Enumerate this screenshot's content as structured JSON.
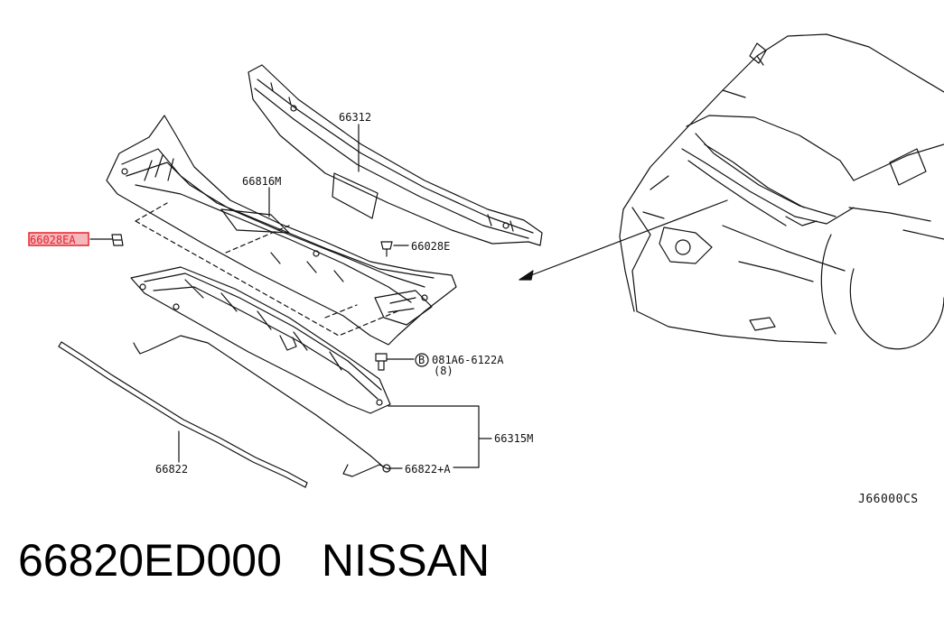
{
  "colors": {
    "line": "#111111",
    "highlight": "#e8202a",
    "highlight_fill": "#f4b8bc",
    "background": "#ffffff"
  },
  "labels": {
    "p66312": "66312",
    "p66816m": "66816M",
    "p66028e": "66028E",
    "p66028ea": "66028EA",
    "bolt_marker": "B",
    "p081a6": "081A6-6122A",
    "qty": "(8)",
    "p66315m": "66315M",
    "p66822": "66822",
    "p66822a": "66822+A"
  },
  "diagram_code": "J66000CS",
  "caption": {
    "part_number": "66820ED000",
    "brand": "NISSAN"
  }
}
